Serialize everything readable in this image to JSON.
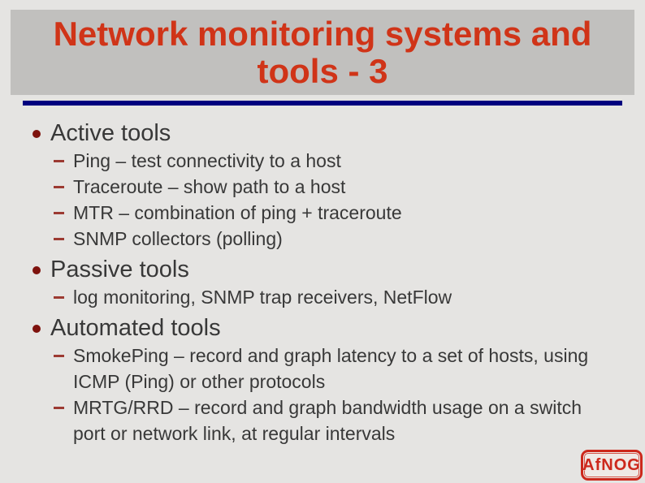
{
  "slide": {
    "title": "Network monitoring systems and tools - 3",
    "sections": [
      {
        "heading": "Active tools",
        "items": [
          "Ping – test connectivity to a host",
          "Traceroute – show path to a host",
          "MTR – combination of ping + traceroute",
          "SNMP collectors (polling)"
        ]
      },
      {
        "heading": "Passive tools",
        "items": [
          "log monitoring, SNMP trap receivers, NetFlow"
        ]
      },
      {
        "heading": "Automated tools",
        "items": [
          "SmokePing – record and graph latency to a set of hosts, using ICMP (Ping) or other protocols",
          "MRTG/RRD – record and graph bandwidth usage on a switch port or network link, at regular intervals"
        ]
      }
    ],
    "logo": {
      "text": "AfNOG"
    },
    "colors": {
      "background": "#e5e4e2",
      "title_box": "#c1c0be",
      "title_text": "#d03418",
      "divider": "#00007e",
      "body_text": "#383838",
      "bullet_level1": "#7e120d",
      "bullet_level2": "#9c3a32",
      "logo_red": "#cc281c"
    }
  }
}
